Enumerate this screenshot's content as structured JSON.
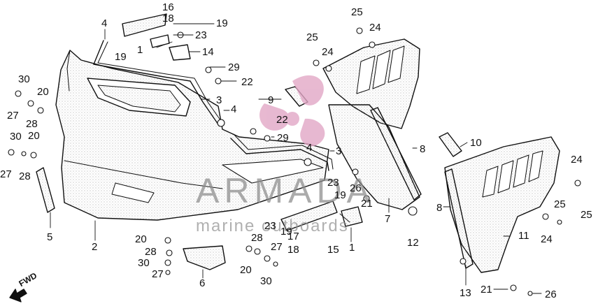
{
  "diagram": {
    "direction_label": "FWD",
    "watermark": {
      "brand": "ARMADA",
      "tagline": "marine outboards",
      "brand_color": "#e2a7c6"
    },
    "callouts": [
      {
        "id": "c16a",
        "text": "16"
      },
      {
        "id": "c18a",
        "text": "18"
      },
      {
        "id": "c19a",
        "text": "19"
      },
      {
        "id": "c4a",
        "text": "4"
      },
      {
        "id": "c23a",
        "text": "23"
      },
      {
        "id": "c19b",
        "text": "19"
      },
      {
        "id": "c1a",
        "text": "1"
      },
      {
        "id": "c14",
        "text": "14"
      },
      {
        "id": "c25a",
        "text": "25"
      },
      {
        "id": "c24a",
        "text": "24"
      },
      {
        "id": "c25b",
        "text": "25"
      },
      {
        "id": "c24b",
        "text": "24"
      },
      {
        "id": "c29a",
        "text": "29"
      },
      {
        "id": "c22a",
        "text": "22"
      },
      {
        "id": "c3a",
        "text": "3"
      },
      {
        "id": "c9",
        "text": "9"
      },
      {
        "id": "c4b",
        "text": "4"
      },
      {
        "id": "c22b",
        "text": "22"
      },
      {
        "id": "c29b",
        "text": "29"
      },
      {
        "id": "c30a",
        "text": "30"
      },
      {
        "id": "c20a",
        "text": "20"
      },
      {
        "id": "c27a",
        "text": "27"
      },
      {
        "id": "c28a",
        "text": "28"
      },
      {
        "id": "c30b",
        "text": "30"
      },
      {
        "id": "c20b",
        "text": "20"
      },
      {
        "id": "c27b",
        "text": "27"
      },
      {
        "id": "c28b",
        "text": "28"
      },
      {
        "id": "c4c",
        "text": "4"
      },
      {
        "id": "c3b",
        "text": "3"
      },
      {
        "id": "c8a",
        "text": "8"
      },
      {
        "id": "c10",
        "text": "10"
      },
      {
        "id": "c24c",
        "text": "24"
      },
      {
        "id": "c26a",
        "text": "26"
      },
      {
        "id": "c23b",
        "text": "23"
      },
      {
        "id": "c19c",
        "text": "19"
      },
      {
        "id": "c21a",
        "text": "21"
      },
      {
        "id": "c25c",
        "text": "25"
      },
      {
        "id": "c8b",
        "text": "8"
      },
      {
        "id": "c5",
        "text": "5"
      },
      {
        "id": "c2",
        "text": "2"
      },
      {
        "id": "c23c",
        "text": "23"
      },
      {
        "id": "c19d",
        "text": "19"
      },
      {
        "id": "c17",
        "text": "17"
      },
      {
        "id": "c18b",
        "text": "18"
      },
      {
        "id": "c15",
        "text": "15"
      },
      {
        "id": "c1b",
        "text": "1"
      },
      {
        "id": "c7",
        "text": "7"
      },
      {
        "id": "c12",
        "text": "12"
      },
      {
        "id": "c11",
        "text": "11"
      },
      {
        "id": "c24d",
        "text": "24"
      },
      {
        "id": "c25d",
        "text": "25"
      },
      {
        "id": "c20c",
        "text": "20"
      },
      {
        "id": "c28c",
        "text": "28"
      },
      {
        "id": "c30c",
        "text": "30"
      },
      {
        "id": "c27c",
        "text": "27"
      },
      {
        "id": "c28d",
        "text": "28"
      },
      {
        "id": "c27d",
        "text": "27"
      },
      {
        "id": "c20d",
        "text": "20"
      },
      {
        "id": "c30d",
        "text": "30"
      },
      {
        "id": "c6",
        "text": "6"
      },
      {
        "id": "c13",
        "text": "13"
      },
      {
        "id": "c21b",
        "text": "21"
      },
      {
        "id": "c26b",
        "text": "26"
      }
    ]
  }
}
